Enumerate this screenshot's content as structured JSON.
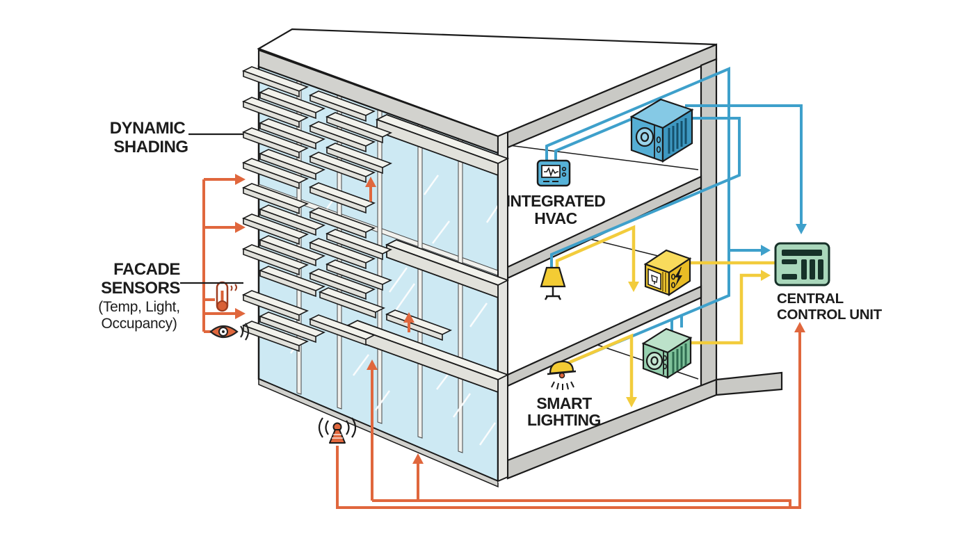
{
  "diagram": {
    "labels": {
      "dynamic_shading_1": "DYNAMIC",
      "dynamic_shading_2": "SHADING",
      "facade_sensors_1": "FACADE",
      "facade_sensors_2": "SENSORS",
      "facade_sensors_3": "(Temp, Light,",
      "facade_sensors_4": "Occupancy)",
      "integrated_hvac_1": "INTEGRATED",
      "integrated_hvac_2": "HVAC",
      "smart_lighting_1": "SMART",
      "smart_lighting_2": "LIGHTING",
      "central_control_1": "CENTRAL",
      "central_control_2": "CONTROL UNIT"
    },
    "colors": {
      "sensor_orange": "#E0673D",
      "hvac_blue": "#3EA0CB",
      "lighting_yellow": "#F2CC3C",
      "control_green": "#A9D7BB",
      "glass_blue": "#CDE9F3",
      "structure_gray": "#C9C9C5"
    },
    "icons": [
      "thermometer-icon",
      "occupancy-eye-icon",
      "antenna-icon",
      "thermostat-icon",
      "hvac-unit-icon",
      "floor-lamp-icon",
      "lighting-controller-icon",
      "ceiling-light-icon",
      "ventilation-unit-icon",
      "control-unit-icon"
    ]
  }
}
